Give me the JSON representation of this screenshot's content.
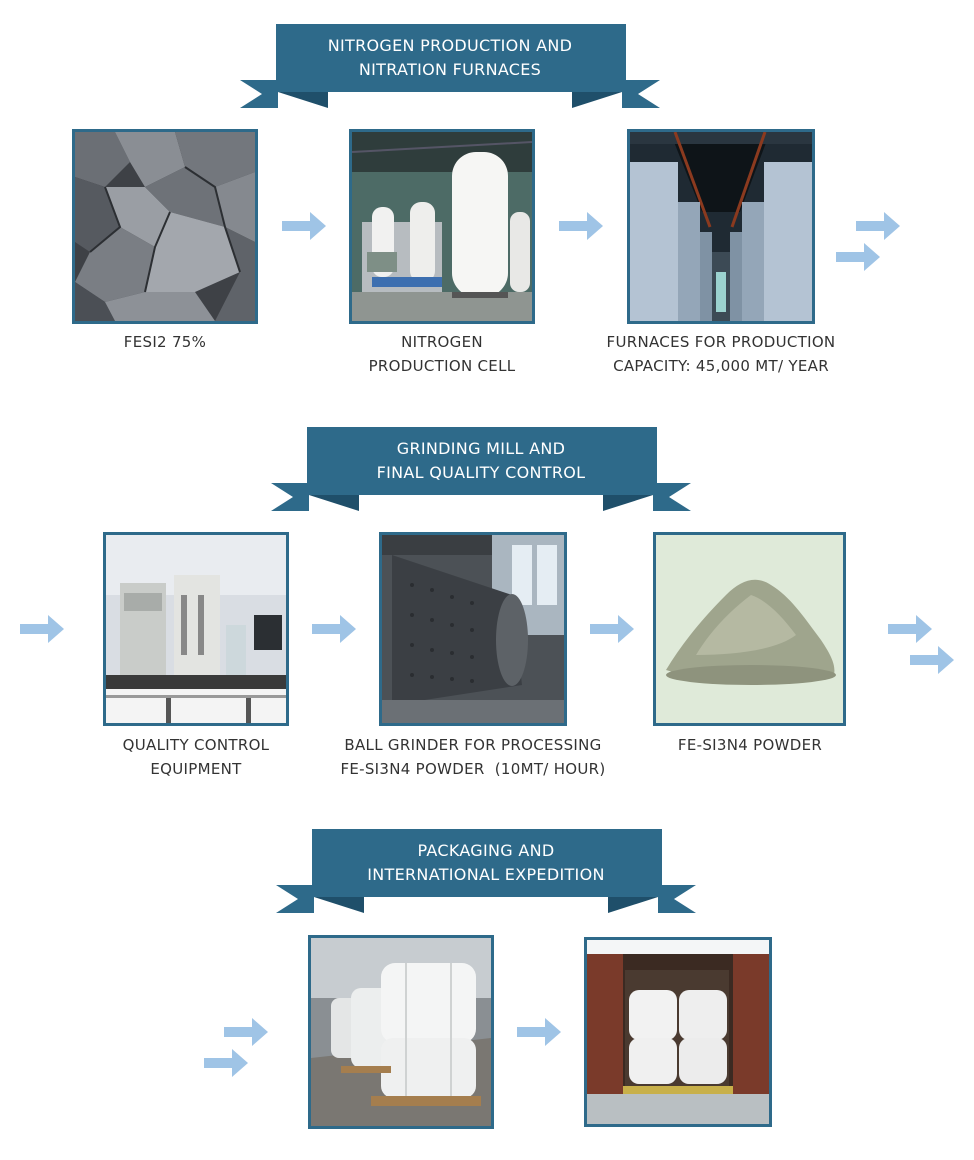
{
  "sections": [
    {
      "title_lines": [
        "NITROGEN PRODUCTION AND",
        "NITRATION FURNACES"
      ]
    },
    {
      "title_lines": [
        "GRINDING MILL AND",
        "FINAL QUALITY CONTROL"
      ]
    },
    {
      "title_lines": [
        "PACKAGING AND",
        "INTERNATIONAL EXPEDITION"
      ]
    }
  ],
  "steps": [
    {
      "caption_lines": [
        "FESI2 75%"
      ]
    },
    {
      "caption_lines": [
        "NITROGEN",
        "PRODUCTION CELL"
      ]
    },
    {
      "caption_lines": [
        "FURNACES FOR PRODUCTION",
        "CAPACITY: 45,000 MT/ YEAR"
      ]
    },
    {
      "caption_lines": [
        "QUALITY CONTROL",
        "EQUIPMENT"
      ]
    },
    {
      "caption_lines": [
        "BALL GRINDER FOR PROCESSING",
        "FE-SI3N4 POWDER  (10MT/ HOUR)"
      ]
    },
    {
      "caption_lines": [
        "FE-SI3N4 POWDER"
      ]
    }
  ],
  "colors": {
    "banner": "#2e6a8a",
    "banner_dark": "#1f4f6a",
    "frame": "#2e6a8a",
    "arrow": "#9fc4e6",
    "caption": "#333333"
  }
}
